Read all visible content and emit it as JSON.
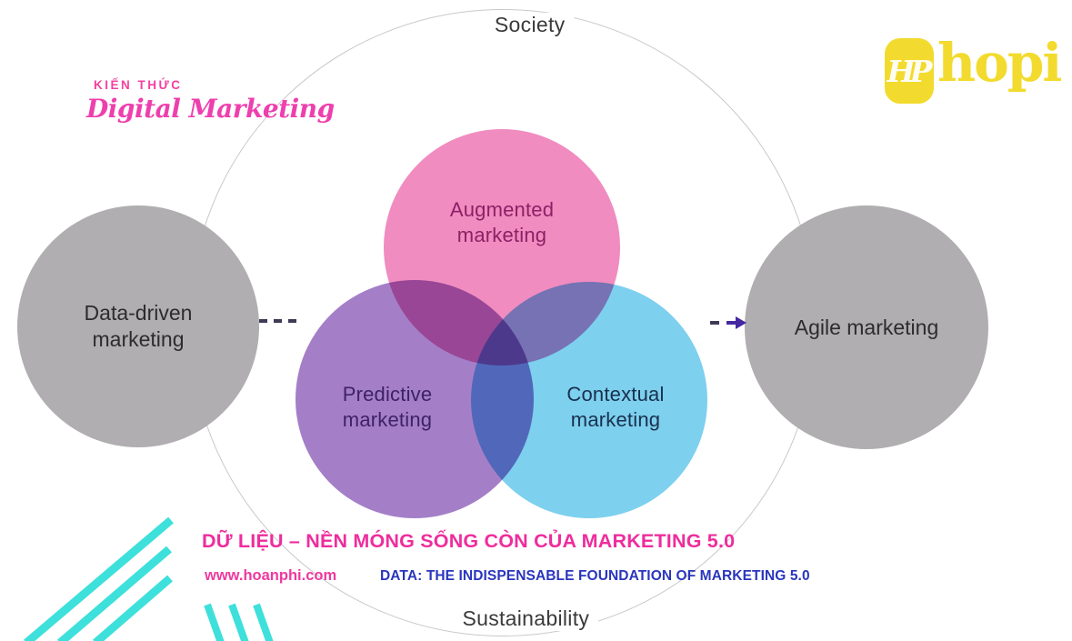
{
  "branding": {
    "tagline_top": "KIẾN THỨC",
    "tagline_script": "Digital Marketing",
    "tagline_color": "#F4409F",
    "logo_monogram": "HP",
    "logo_text": "hopi",
    "logo_color": "#F2DB2E"
  },
  "diagram": {
    "outer_top_label": "Society",
    "outer_bottom_label": "Sustainability",
    "venn": {
      "augmented": {
        "label": "Augmented marketing",
        "fill": "#F08CC0",
        "text_color": "#8B2166"
      },
      "predictive": {
        "label": "Predictive marketing",
        "fill": "#A47FC8",
        "text_color": "#3F2166"
      },
      "contextual": {
        "label": "Contextual marketing",
        "fill": "#7DD0EE",
        "text_color": "#19304E"
      }
    },
    "satellites": {
      "data_driven": {
        "label": "Data-driven marketing",
        "fill": "#B0AEB0"
      },
      "agile": {
        "label": "Agile marketing",
        "fill": "#B0AEB0"
      }
    },
    "connectors": {
      "left_style": "dashed-line",
      "right_style": "dashed-arrow",
      "arrow_color": "#4527A0"
    }
  },
  "footer": {
    "title_vi": "DỮ LIỆU – NỀN MÓNG SỐNG CÒN CỦA MARKETING 5.0",
    "title_vi_color": "#EE2D9D",
    "website": "www.hoanphi.com",
    "title_en": "DATA: THE INDISPENSABLE FOUNDATION OF MARKETING 5.0",
    "title_en_color": "#2A35BE",
    "stripe_color": "#3EE0DB"
  }
}
